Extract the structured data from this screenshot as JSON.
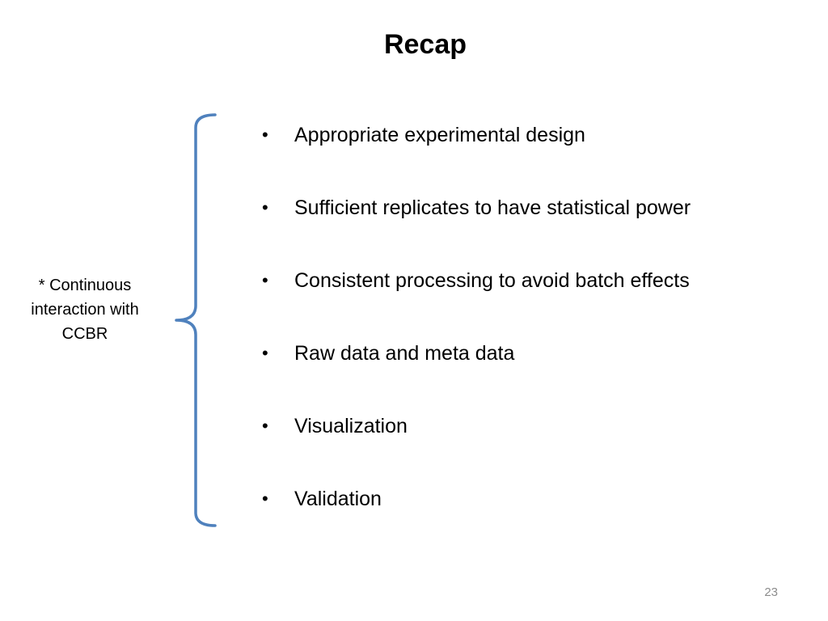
{
  "slide": {
    "title": "Recap",
    "side_note": "* Continuous interaction with CCBR",
    "bullet_symbol": "•",
    "bullets": [
      {
        "text": "Appropriate experimental design"
      },
      {
        "text": "Sufficient replicates to have statistical power"
      },
      {
        "text": "Consistent processing to avoid batch effects"
      },
      {
        "text": "Raw data and meta data"
      },
      {
        "text": "Visualization"
      },
      {
        "text": "Validation"
      }
    ],
    "page_number": "23",
    "brace_color": "#4f81bd"
  }
}
